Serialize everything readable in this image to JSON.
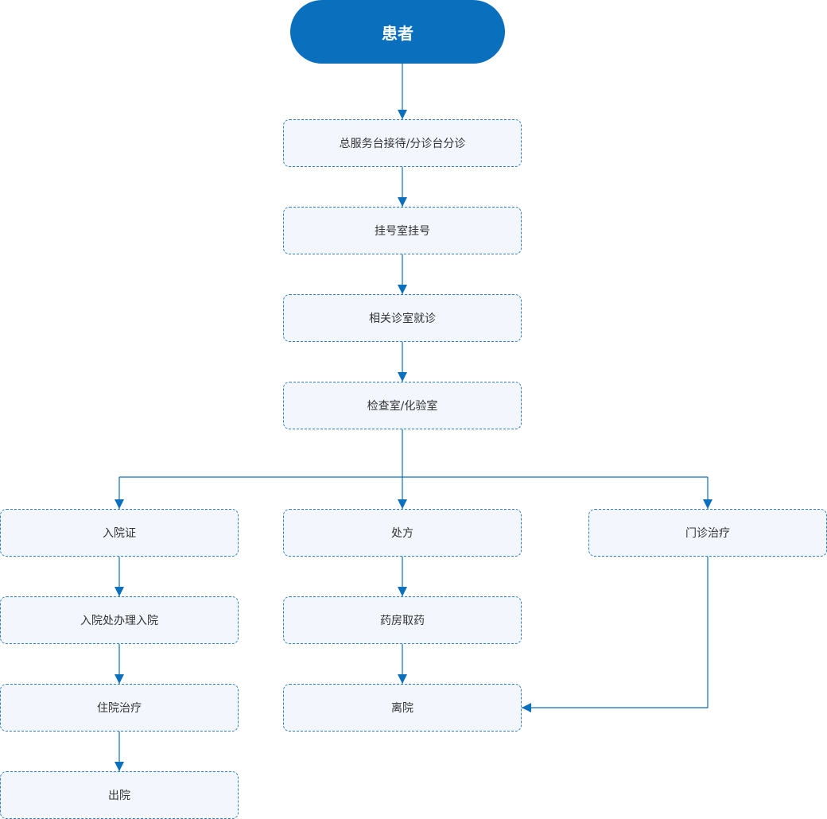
{
  "colors": {
    "primary": "#0a6fbd",
    "line": "#0a6fbd",
    "box_border": "#2f7fc8",
    "box_fill": "#f3f7fd",
    "text": "#333333"
  },
  "start": {
    "label": "患者"
  },
  "steps": {
    "reception": "总服务台接待/分诊台分诊",
    "registration": "挂号室挂号",
    "consultation": "相关诊室就诊",
    "examination": "检查室/化验室",
    "admission_certificate": "入院证",
    "prescription": "处方",
    "outpatient_treatment": "门诊治疗",
    "admission_office": "入院处办理入院",
    "pharmacy": "药房取药",
    "inpatient_treatment": "住院治疗",
    "leave_hospital": "离院",
    "discharge": "出院"
  }
}
